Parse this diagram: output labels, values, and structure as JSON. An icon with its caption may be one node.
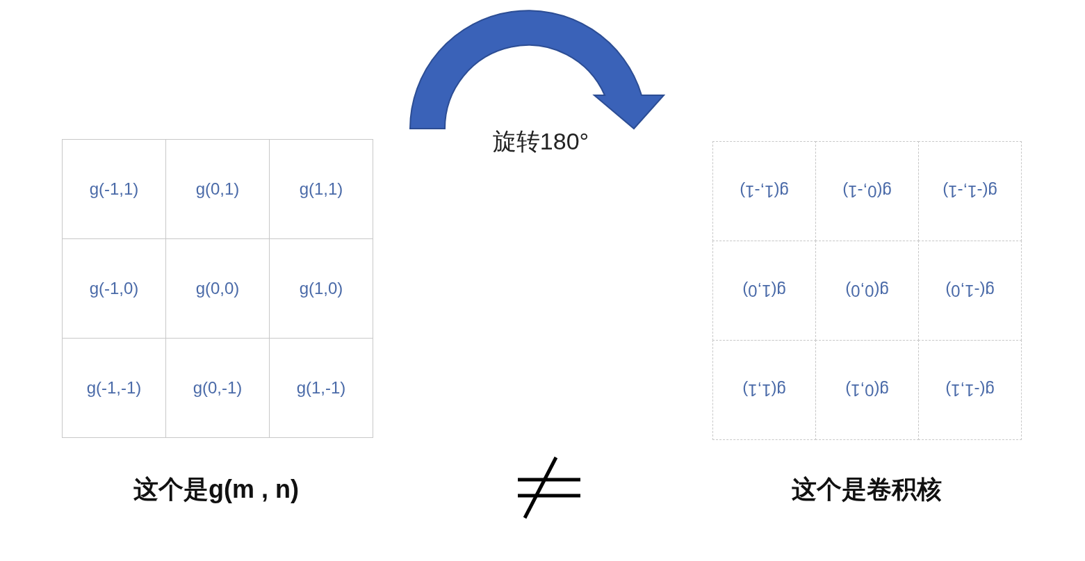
{
  "diagram": {
    "labels": [
      "旋转180°",
      "g(-1,1)",
      "g(0,1)",
      "g(1,1)",
      "g(-1,0)",
      "g(0,0)",
      "g(1,0)",
      "g(-1,-1)",
      "g(0,-1)",
      "g(1,-1)",
      "g(1,-1)",
      "g(0,-1)",
      "g(-1,-1)",
      "g(1,0)",
      "g(0,0)",
      "g(-1,0)",
      "g(1,1)",
      "g(0,1)",
      "g(-1,1)",
      "这个是g(m , n)",
      "这个是卷积核"
    ]
  }
}
